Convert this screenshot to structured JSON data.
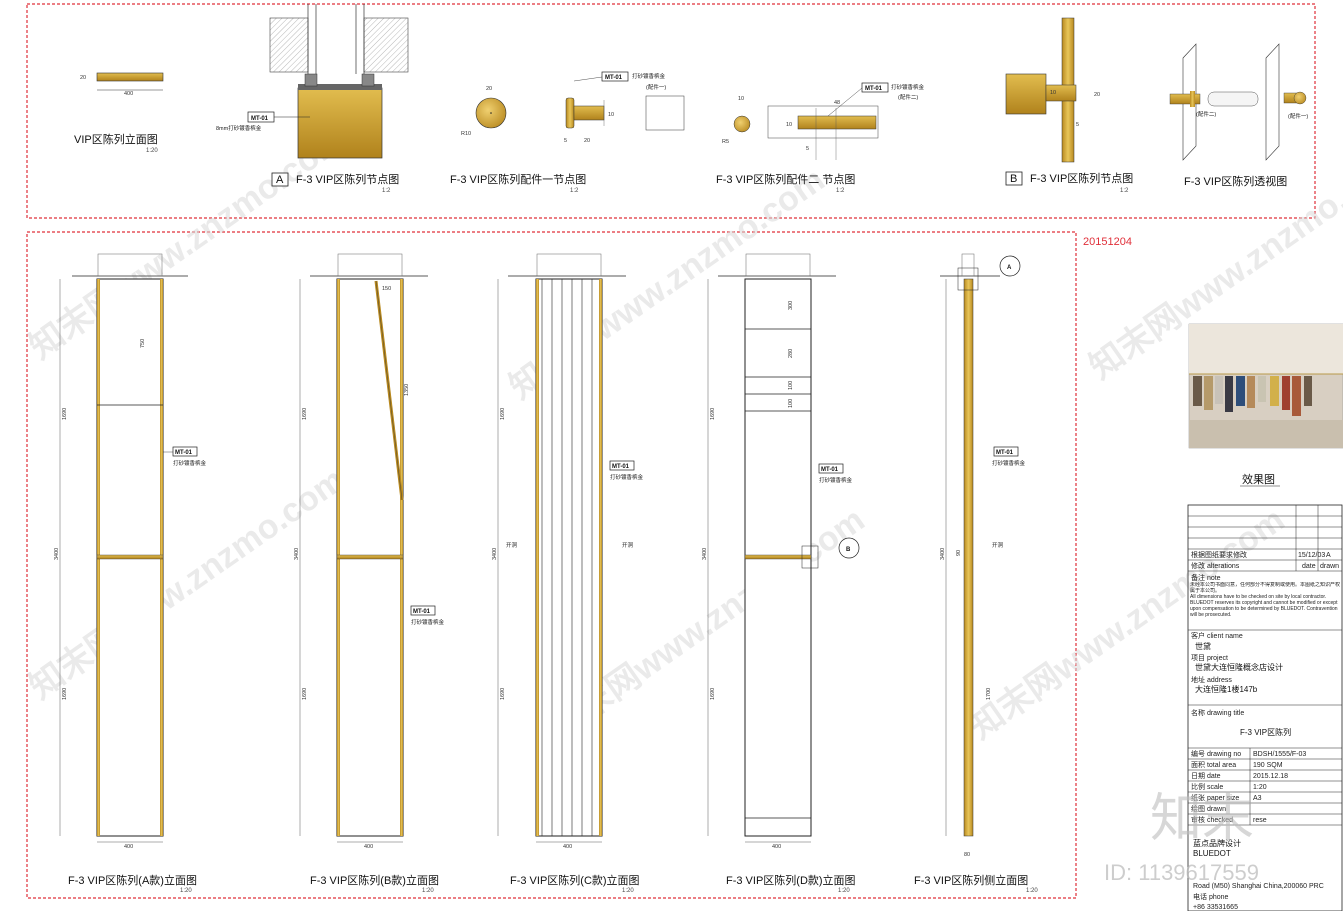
{
  "date_stamp": "20151204",
  "material_tag": "MT-01",
  "material_note": "打砂镀香槟金",
  "material_note_8mm": "8mm打砂镀香槟金",
  "slot_note": "开洞",
  "part1_note": "(配件一)",
  "part2_note": "(配件二)",
  "detail_titles": {
    "vip_elev": "VIP区陈列立面图",
    "node_a": "F-3 VIP区陈列节点图",
    "part1": "F-3 VIP区陈列配件一节点图",
    "part2": "F-3 VIP区陈列配件二 节点图",
    "node_b": "F-3 VIP区陈列节点图",
    "persp": "F-3 VIP区陈列透视图"
  },
  "detail_scales": {
    "vip_elev": "1:20",
    "node_a": "1:2",
    "part1": "1:2",
    "part2": "1:2",
    "node_b": "1:2"
  },
  "markers": {
    "a": "A",
    "b": "B"
  },
  "elevation_titles": [
    "F-3 VIP区陈列(A款)立面图",
    "F-3 VIP区陈列(B款)立面图",
    "F-3 VIP区陈列(C款)立面图",
    "F-3 VIP区陈列(D款)立面图",
    "F-3 VIP区陈列侧立面图"
  ],
  "elevation_scale": "1:20",
  "dims": {
    "width": "400",
    "total_h": "3400",
    "half_h": "1690",
    "a_top": "750",
    "b_diag": "1350",
    "b_top": "150",
    "d1": "300",
    "d2": "280",
    "d3": "100",
    "d4": "100",
    "side_low": "1700",
    "side_w": "80",
    "slot_h": "90",
    "p1_d": "20",
    "p1_r": "R10",
    "p1_len": "20",
    "p1_h": "10",
    "p1_w": "5",
    "p2_d": "10",
    "p2_r": "R5",
    "p2_len": "48",
    "p2_h": "10",
    "p2_w": "5",
    "nb_h": "20",
    "nb_w": "10",
    "nb_t": "5",
    "vip_t": "20"
  },
  "render_caption": "效果图",
  "title_block": {
    "rows_header": [
      [
        "根据图纸要求修改",
        "15/12/03",
        "A"
      ],
      [
        "修改 alterations",
        "date",
        "drawn"
      ]
    ],
    "note_label": "备注 note",
    "note_cn": "未经本公司书面同意，任何部分不得复制或使用。本图纸之知识产权属于本公司。",
    "note_en": "All dimensions have to be checked on site by local contractor. BLUEDOT reserves its copyright and cannot be modified or except upon compensation to be determined by BLUEDOT. Contravention will be prosecuted.",
    "client_label": "客户 client name",
    "client": "世黛",
    "project_label": "项目 project",
    "project": "世黛大连恒隆概念店设计",
    "address_label": "地址 address",
    "address": "大连恒隆1楼147b",
    "drawing_title_label": "名称 drawing title",
    "drawing_title": "F-3  VIP区陈列",
    "fields": [
      [
        "编号 drawing no",
        "BDSH/1555/F-03"
      ],
      [
        "面积 total area",
        "190 SQM"
      ],
      [
        "日期 date",
        "2015.12.18"
      ],
      [
        "比例 scale",
        "1:20"
      ],
      [
        "纸张 paper size",
        "A3"
      ],
      [
        "绘图 drawn",
        ""
      ],
      [
        "审核 checked",
        "rese"
      ]
    ],
    "company_cn": "蓝点品牌设计",
    "company_en": "BLUEDOT",
    "company_address": "Road (M50) Shanghai China,200060 PRC",
    "phone_label": "电话 phone",
    "phone": "+86 33531665"
  },
  "watermark": {
    "text": "知末网www.znzmo.com",
    "id": "ID: 1139617559",
    "logo": "知末"
  },
  "colors": {
    "gold": "#c79a2a",
    "gold_light": "#e8c65a",
    "cloud": "#e0303a",
    "line": "#222222"
  }
}
